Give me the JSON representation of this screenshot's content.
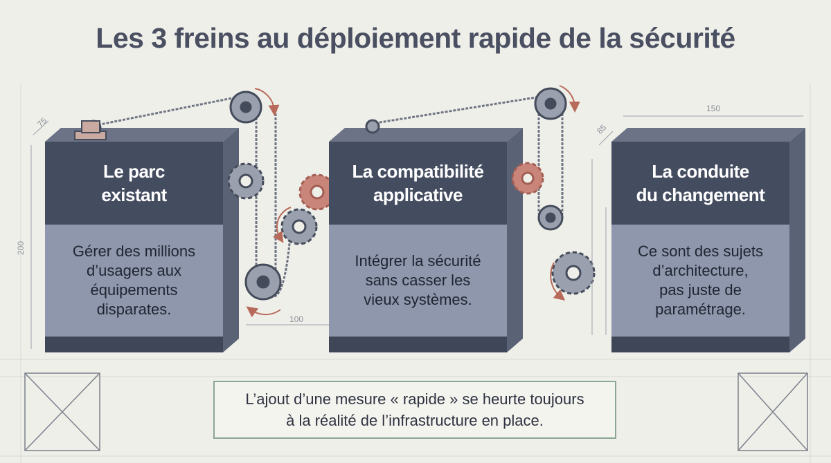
{
  "title": "Les 3 freins au déploiement rapide de la sécurité",
  "blocks": [
    {
      "heading": [
        "Le parc",
        "existant"
      ],
      "body": [
        "Gérer des millions",
        "d’usagers aux",
        "équipements",
        "disparates."
      ]
    },
    {
      "heading": [
        "La compatibilité",
        "applicative"
      ],
      "body": [
        "Intégrer la sécurité",
        "sans casser les",
        "vieux systèmes."
      ]
    },
    {
      "heading": [
        "La conduite",
        "du changement"
      ],
      "body": [
        "Ce sont des sujets",
        "d’architecture,",
        "pas juste de",
        "paramétrage."
      ]
    }
  ],
  "footer": {
    "line1": "L’ajout d’une mesure « rapide » se heurte toujours",
    "line2": "à la réalité de l’infrastructure en place."
  },
  "dimensions": {
    "d75": "75",
    "d150": "150",
    "d85": "85",
    "d200": "200",
    "d100": "100"
  },
  "colors": {
    "dark": "#444c60",
    "light": "#8e97ab",
    "accent": "#b86a5a",
    "frame": "#8ba693"
  }
}
